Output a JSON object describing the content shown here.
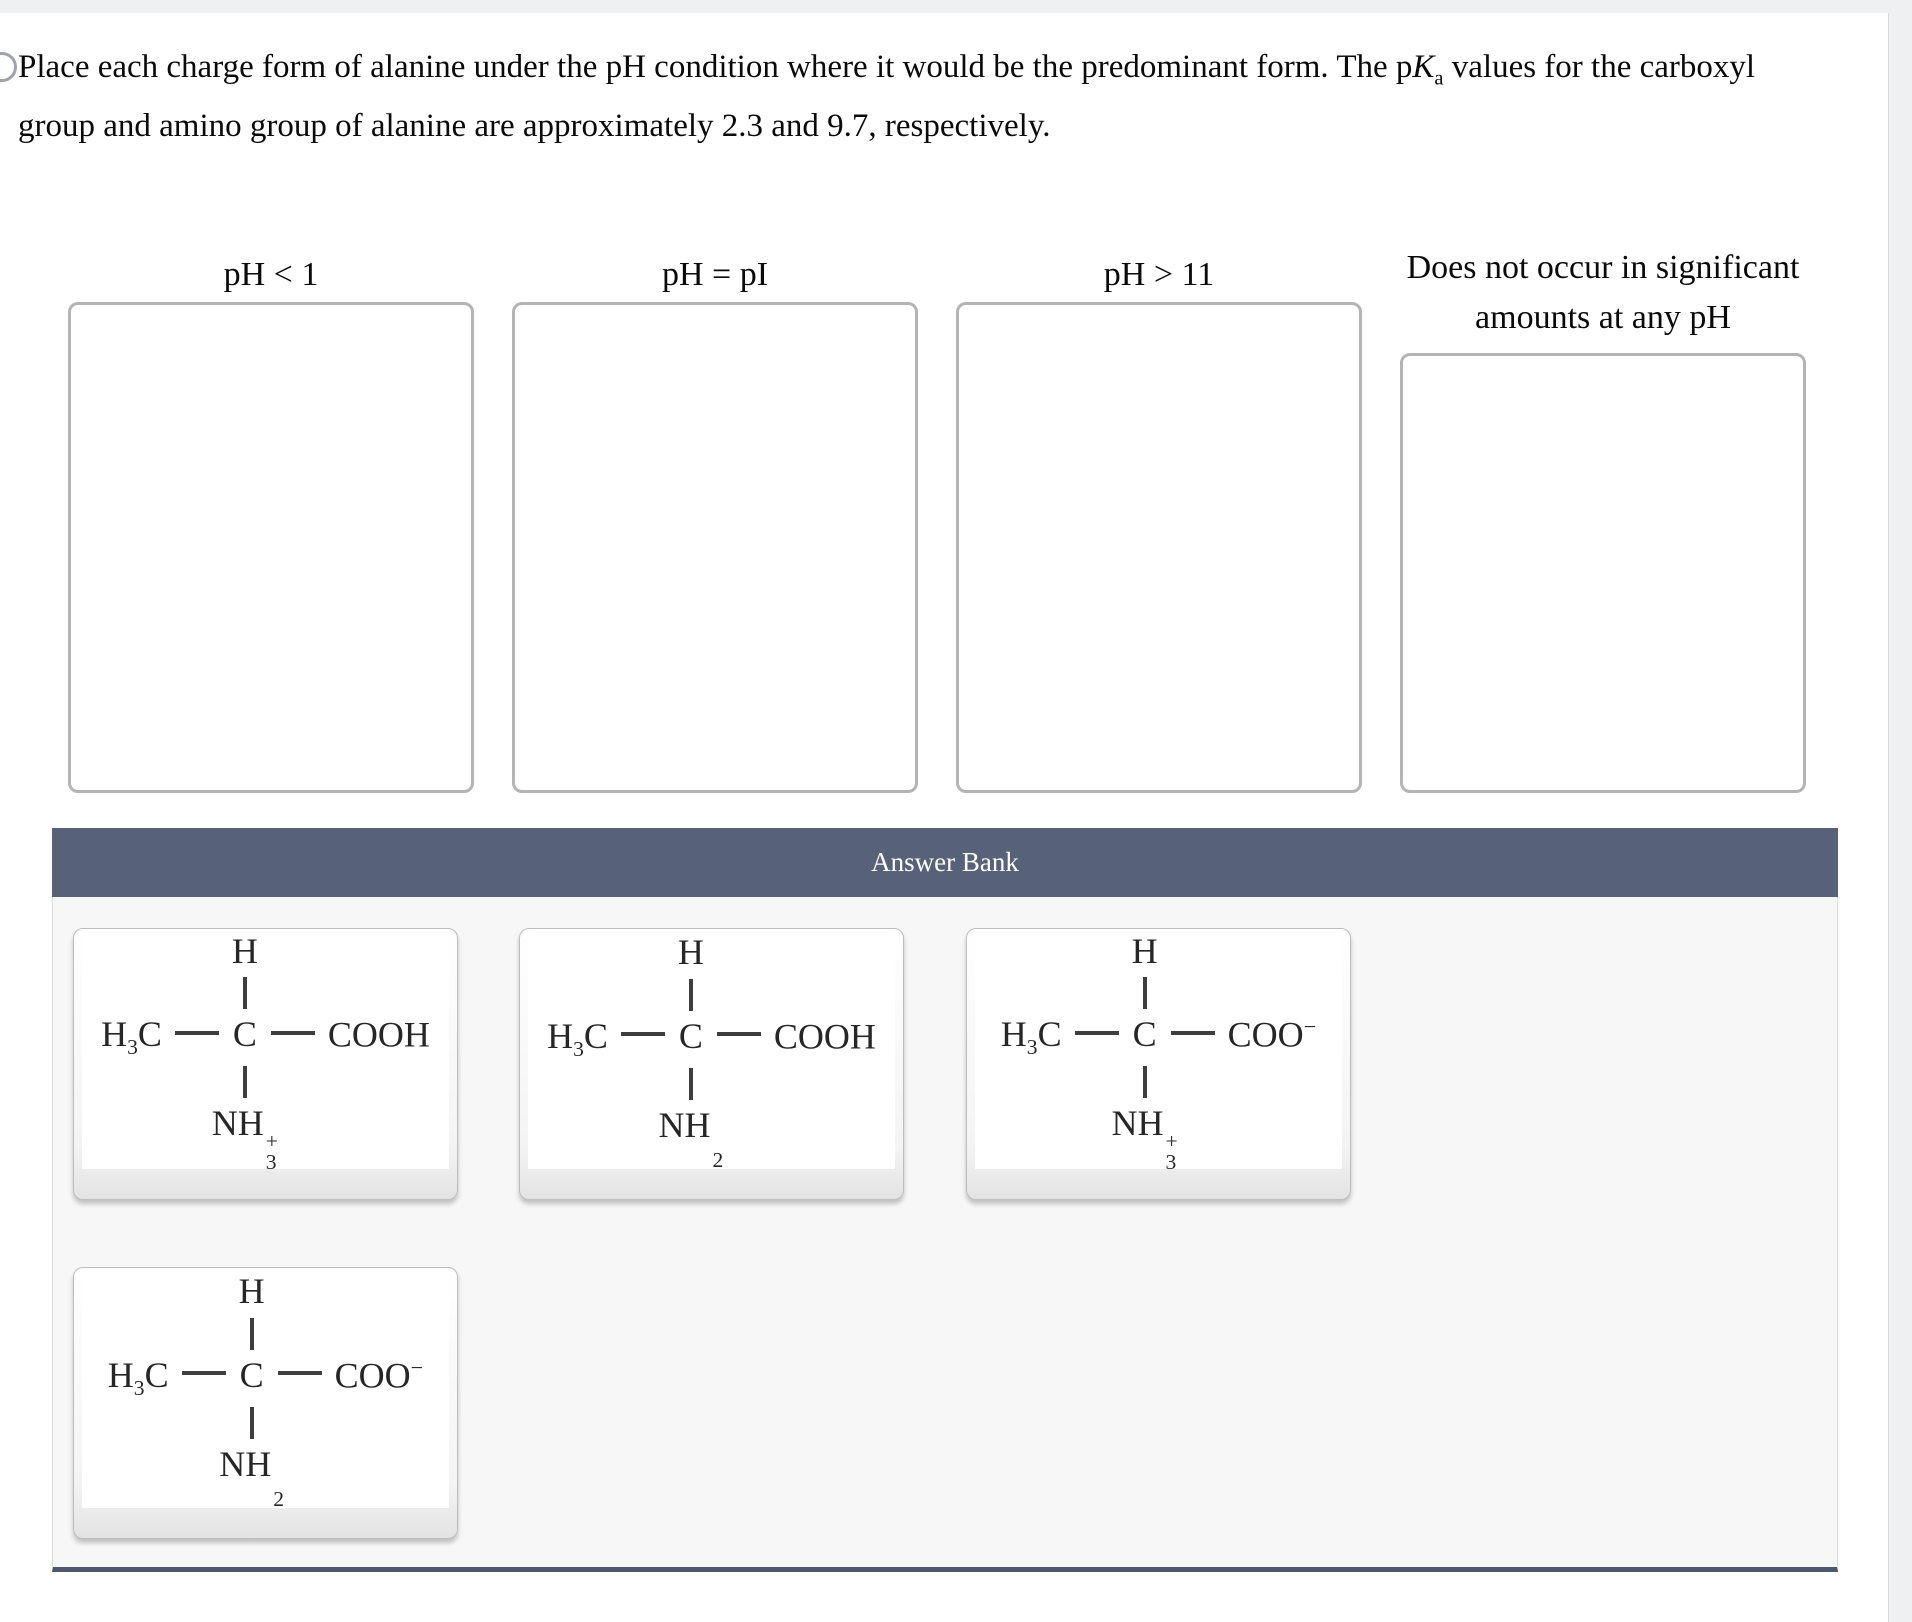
{
  "colors": {
    "answer_bank_header": "#576177",
    "answer_bank_body": "#f7f7f7",
    "answer_bank_bottom_border": "#4d586e",
    "drop_zone_border": "#b4b4b4",
    "page_background": "#eff0f2"
  },
  "question": {
    "part1": "Place each charge form of alanine under the pH condition where it would be the predominant form. The p",
    "k": "K",
    "k_sub": "a",
    "part2": " values for the carboxyl group and amino group of alanine are approximately 2.3 and 9.7, respectively."
  },
  "bins": [
    {
      "label": "pH < 1"
    },
    {
      "label": "pH = pI"
    },
    {
      "label": "pH > 11"
    },
    {
      "label_line1": "Does not occur in significant",
      "label_line2": "amounts at any pH"
    }
  ],
  "answer_bank": {
    "title": "Answer Bank",
    "cards": [
      {
        "top": "H",
        "left_main": "H",
        "left_sub": "3",
        "left_tail": "C",
        "center": "C",
        "right": "COOH",
        "right_sup": "",
        "bottom": "NH",
        "bottom_plus": "+",
        "bottom_sub": "3"
      },
      {
        "top": "H",
        "left_main": "H",
        "left_sub": "3",
        "left_tail": "C",
        "center": "C",
        "right": "COOH",
        "right_sup": "",
        "bottom": "NH",
        "bottom_plus": "",
        "bottom_sub": "2"
      },
      {
        "top": "H",
        "left_main": "H",
        "left_sub": "3",
        "left_tail": "C",
        "center": "C",
        "right": "COO",
        "right_sup": "−",
        "bottom": "NH",
        "bottom_plus": "+",
        "bottom_sub": "3"
      },
      {
        "top": "H",
        "left_main": "H",
        "left_sub": "3",
        "left_tail": "C",
        "center": "C",
        "right": "COO",
        "right_sup": "−",
        "bottom": "NH",
        "bottom_plus": "",
        "bottom_sub": "2"
      }
    ]
  }
}
